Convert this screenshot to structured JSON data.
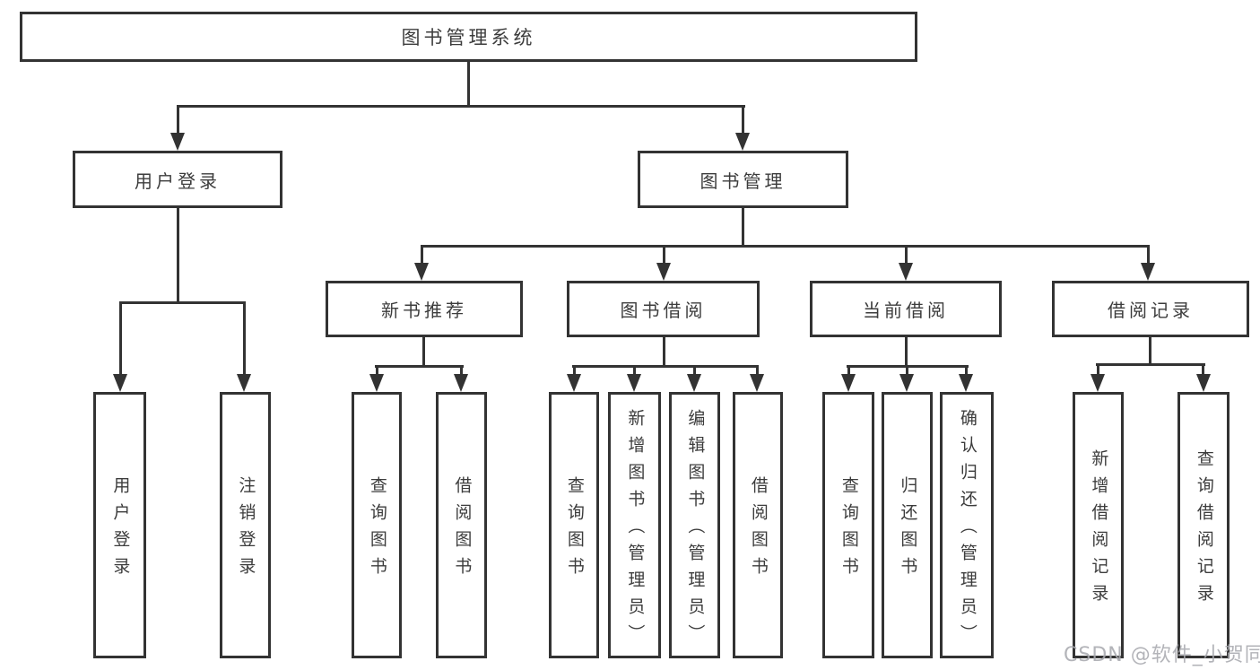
{
  "diagram_title": "图书管理系统",
  "nodes": {
    "root": "图书管理系统",
    "user_login": "用户登录",
    "book_management": "图书管理",
    "new_book_recommend": "新书推荐",
    "book_borrow": "图书借阅",
    "current_borrow": "当前借阅",
    "borrow_records": "借阅记录"
  },
  "leaves": [
    {
      "label": "用户登录",
      "parent": "用户登录"
    },
    {
      "label": "注销登录",
      "parent": "用户登录"
    },
    {
      "label": "查询图书",
      "parent": "新书推荐"
    },
    {
      "label": "借阅图书",
      "parent": "新书推荐"
    },
    {
      "label": "查询图书",
      "parent": "图书借阅"
    },
    {
      "label": "新增图书（管理员）",
      "parent": "图书借阅"
    },
    {
      "label": "编辑图书（管理员）",
      "parent": "图书借阅"
    },
    {
      "label": "借阅图书",
      "parent": "图书借阅"
    },
    {
      "label": "查询图书",
      "parent": "当前借阅"
    },
    {
      "label": "归还图书",
      "parent": "当前借阅"
    },
    {
      "label": "确认归还（管理员）",
      "parent": "当前借阅"
    },
    {
      "label": "新增借阅记录",
      "parent": "借阅记录"
    },
    {
      "label": "查询借阅记录",
      "parent": "借阅记录"
    }
  ],
  "watermark": "CSDN @软件_小贺同学",
  "colors": {
    "line": "#333333",
    "border": "#333333",
    "text": "#3c3c3c",
    "background": "#ffffff",
    "watermark": "#a8aaaf"
  }
}
